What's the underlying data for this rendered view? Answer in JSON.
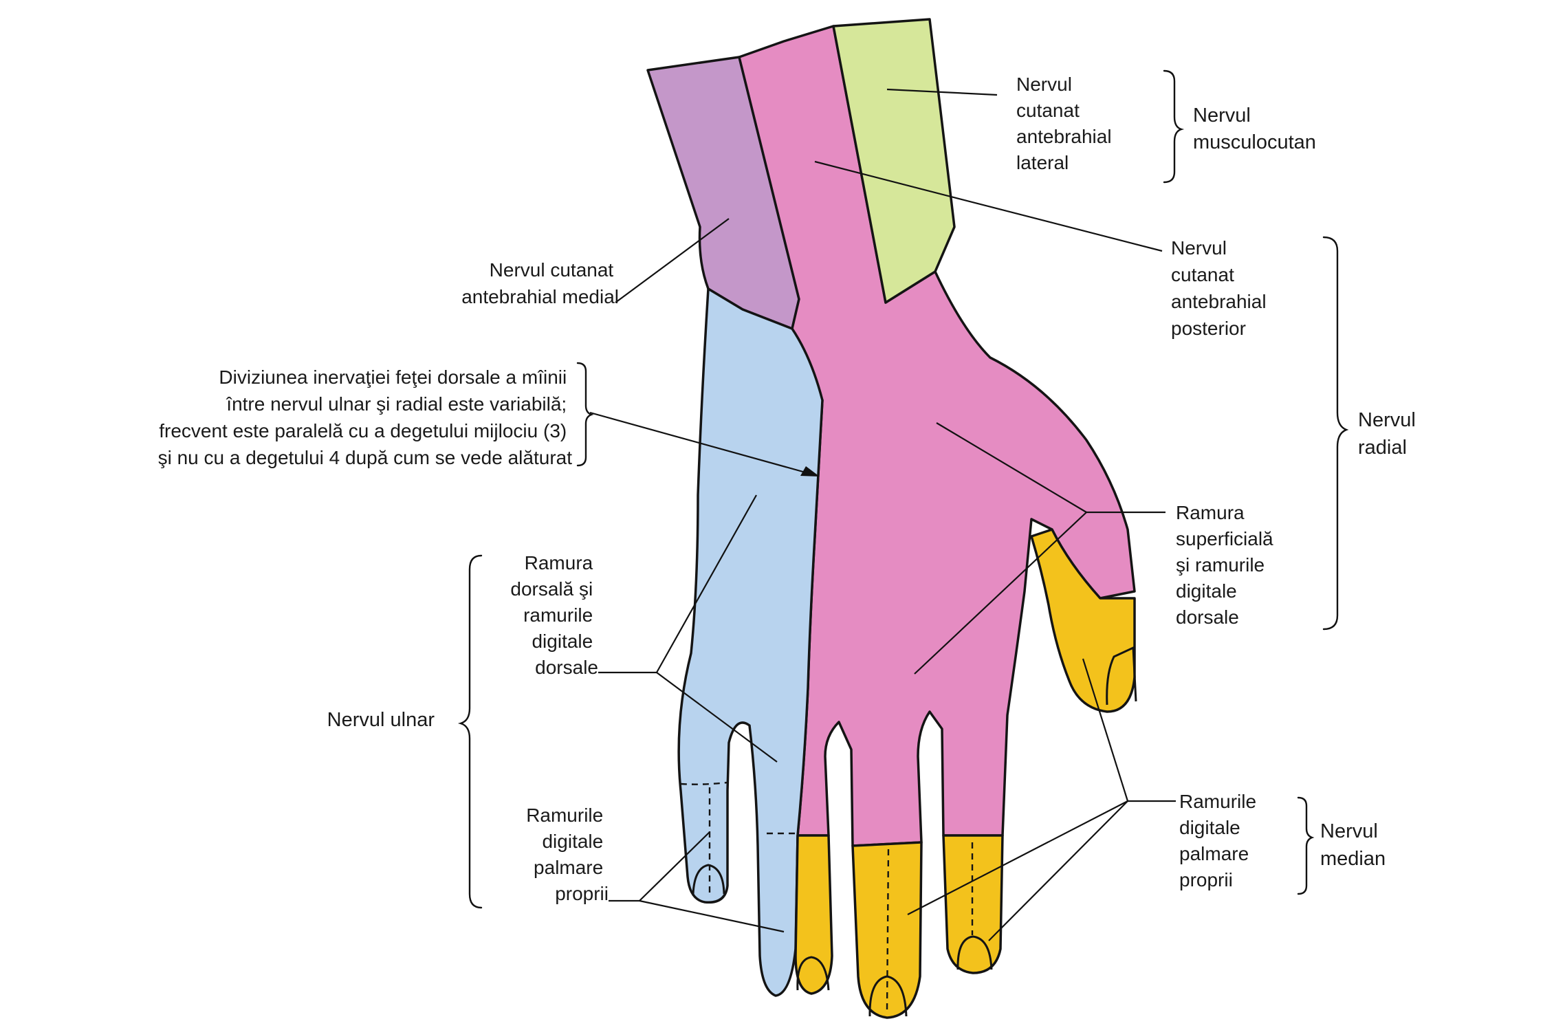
{
  "colors": {
    "musculocutan": "#d6e79a",
    "medial": "#c497c9",
    "radial": "#e58cc2",
    "ulnar": "#b8d3ee",
    "median": "#f3c21c",
    "outline": "#141414"
  },
  "labels": {
    "nervul_cutanat_antebrahial_lateral": [
      "Nervul",
      "cutanat",
      "antebrahial",
      "lateral"
    ],
    "nervul_musculocutan": [
      "Nervul",
      "musculocutan"
    ],
    "nervul_cutanat_antebrahial_posterior": [
      "Nervul",
      "cutanat",
      "antebrahial",
      "posterior"
    ],
    "nervul_radial": [
      "Nervul",
      "radial"
    ],
    "ramura_superficiala": [
      "Ramura",
      "superficială",
      "şi ramurile",
      "digitale",
      "dorsale"
    ],
    "ramurile_digitale_palmare_median": [
      "Ramurile",
      "digitale",
      "palmare",
      "proprii"
    ],
    "nervul_median": [
      "Nervul",
      "median"
    ],
    "nervul_cutanat_antebrahial_medial": [
      "Nervul cutanat",
      "antebrahial medial"
    ],
    "diviziunea_note": [
      "Diviziunea inervaţiei feţei dorsale a mîinii",
      "între nervul ulnar şi radial este variabilă;",
      "frecvent este paralelă cu a degetului mijlociu (3)",
      "şi nu cu a degetului 4 după cum se vede alăturat"
    ],
    "ramura_dorsala": [
      "Ramura",
      "dorsală şi",
      "ramurile",
      "digitale",
      "dorsale"
    ],
    "nervul_ulnar": [
      "Nervul ulnar"
    ],
    "ramurile_digitale_palmare_ulnar": [
      "Ramurile",
      "digitale",
      "palmare",
      "proprii"
    ]
  }
}
